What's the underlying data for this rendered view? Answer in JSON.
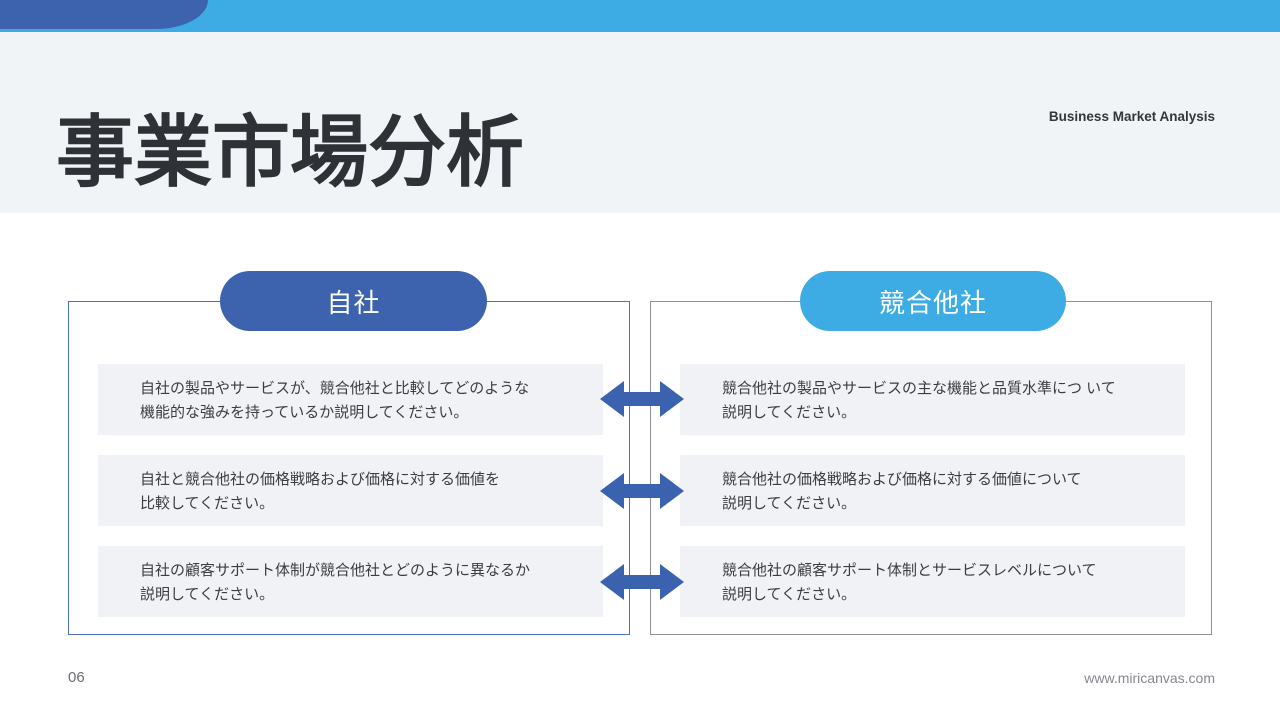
{
  "slide": {
    "eyebrow": "Business Market Analysis",
    "title": "事業市場分析",
    "page_number": "06",
    "website": "www.miricanvas.com"
  },
  "colors": {
    "accent_dark_blue": "#3D63AE",
    "accent_light_blue": "#3EACE4",
    "arrow_blue": "#3A62AE",
    "box_border_blue": "#4A70B8",
    "box_border_gray": "#8F9297",
    "item_background": "#F1F2F6",
    "header_background": "#F1F4F6"
  },
  "columns": [
    {
      "header": "自社",
      "items": [
        [
          "自社の製品やサービスが、競合他社と比較してどのような",
          "機能的な強みを持っているか説明してください。"
        ],
        [
          "自社と競合他社の価格戦略および価格に対する価値を",
          "比較してください。"
        ],
        [
          "自社の顧客サポート体制が競合他社とどのように異なるか",
          "説明してください。"
        ]
      ]
    },
    {
      "header": "競合他社",
      "items": [
        [
          "競合他社の製品やサービスの主な機能と品質水準につ いて",
          "説明してください。"
        ],
        [
          "競合他社の価格戦略および価格に対する価値について",
          "説明してください。"
        ],
        [
          "競合他社の顧客サポート体制とサービスレベルについて",
          "説明してください。"
        ]
      ]
    }
  ]
}
